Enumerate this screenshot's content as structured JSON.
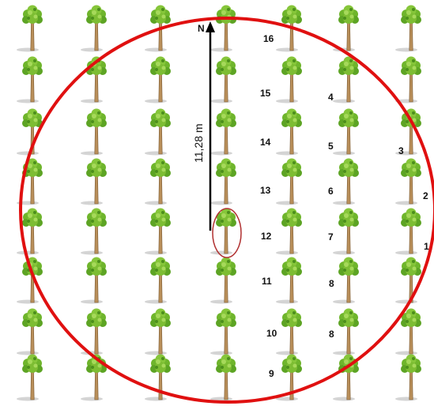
{
  "plot": {
    "north_label": "N",
    "radius_label": "11,28 m",
    "circle_color": "#e01010",
    "arrow_color": "#000000",
    "center_marker_color": "#b03030",
    "tree_grid": {
      "columns": 7,
      "rows": 8,
      "icon": "tree-icon"
    }
  },
  "tree_numbers": [
    "16",
    "15",
    "14",
    "13",
    "12",
    "11",
    "10",
    "9",
    "4",
    "5",
    "6",
    "7",
    "8",
    "8",
    "3",
    "2",
    "1"
  ]
}
